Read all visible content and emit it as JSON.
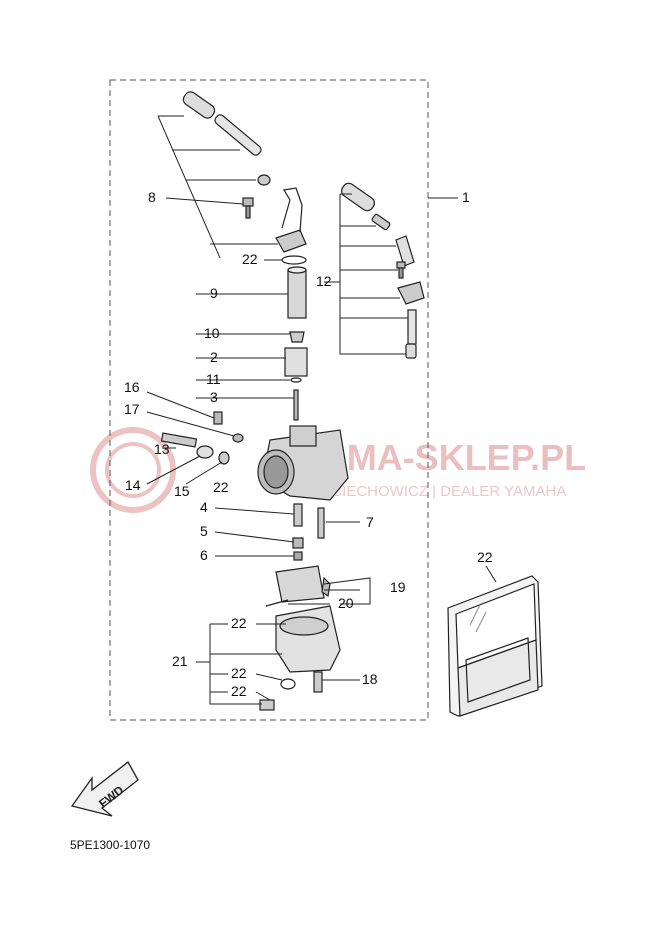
{
  "diagram": {
    "callouts": [
      "1",
      "2",
      "3",
      "4",
      "5",
      "6",
      "7",
      "8",
      "9",
      "10",
      "11",
      "12",
      "13",
      "14",
      "15",
      "16",
      "17",
      "18",
      "19",
      "20",
      "21",
      "22"
    ],
    "callout_22_repeats": [
      "22",
      "22",
      "22",
      "22",
      "22",
      "22"
    ],
    "fwd_label": "FWD",
    "watermark": {
      "main": "YAMA-SKLEP.PL",
      "sub": "WOJCIECHOWICZ | DEALER YAMAHA"
    },
    "code": "5PE1300-1070"
  }
}
